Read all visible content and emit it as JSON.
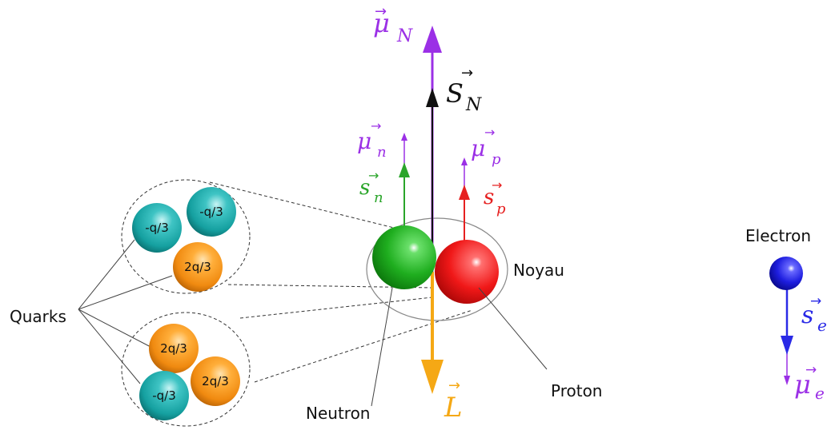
{
  "labels": {
    "quarks": "Quarks",
    "neutron": "Neutron",
    "proton": "Proton",
    "noyau": "Noyau",
    "electron": "Electron"
  },
  "quarks_top": [
    "-q/3",
    "-q/3",
    "2q/3"
  ],
  "quarks_bottom": [
    "2q/3",
    "2q/3",
    "-q/3"
  ],
  "vectors": {
    "mu_N": {
      "sym": "μ",
      "sub": "N"
    },
    "S_N": {
      "sym": "S",
      "sub": "N"
    },
    "mu_n": {
      "sym": "μ",
      "sub": "n"
    },
    "s_n": {
      "sym": "s",
      "sub": "n"
    },
    "mu_p": {
      "sym": "μ",
      "sub": "p"
    },
    "s_p": {
      "sym": "s",
      "sub": "p"
    },
    "L": {
      "sym": "L",
      "sub": ""
    },
    "s_e": {
      "sym": "s",
      "sub": "e"
    },
    "mu_e": {
      "sym": "μ",
      "sub": "e"
    }
  },
  "colors": {
    "purple": "#9b30e6",
    "black": "#111111",
    "green": "#2aa52a",
    "red": "#e62020",
    "orange": "#f5a815",
    "blue": "#2a2ae6",
    "teal": "#1aa0a0",
    "quark_orange": "#f08a10"
  }
}
